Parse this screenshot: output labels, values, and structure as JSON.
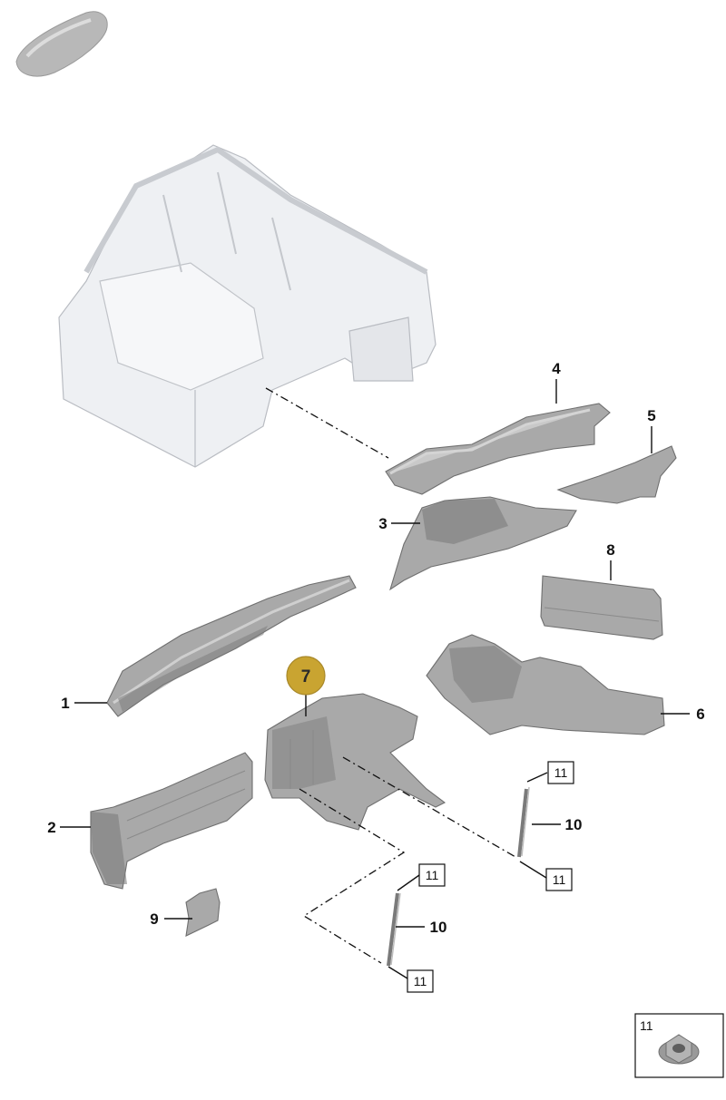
{
  "callouts": [
    {
      "label": "1"
    },
    {
      "label": "2"
    },
    {
      "label": "3"
    },
    {
      "label": "4"
    },
    {
      "label": "5"
    },
    {
      "label": "6"
    },
    {
      "label": "7"
    },
    {
      "label": "8"
    },
    {
      "label": "9"
    },
    {
      "label": "10"
    },
    {
      "label": "10"
    }
  ],
  "boxed_callouts": [
    {
      "label": "11"
    },
    {
      "label": "11"
    },
    {
      "label": "11"
    },
    {
      "label": "11"
    }
  ],
  "inset": {
    "label": "11"
  },
  "colors": {
    "highlight": "#c9a431",
    "part_fill": "#a9a9a9",
    "frame_fill": "#eef0f3"
  },
  "icons": [
    "car-silhouette-icon",
    "nut-icon"
  ]
}
